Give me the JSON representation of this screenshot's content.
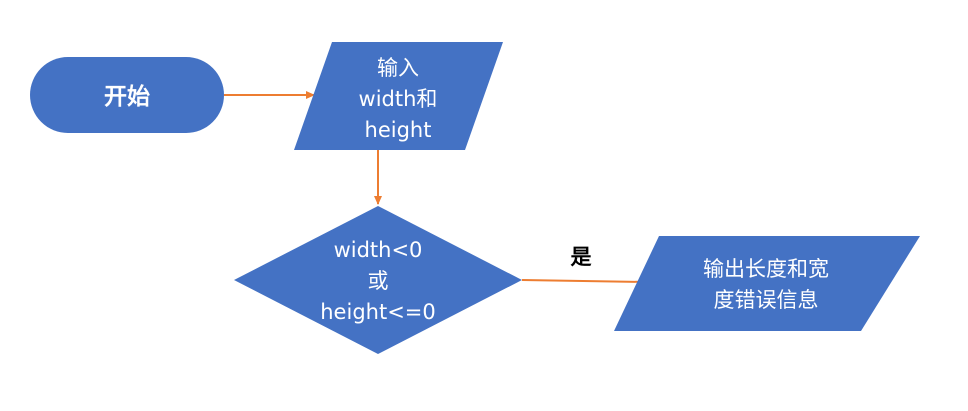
{
  "diagram": {
    "nodes": {
      "start": {
        "label": "开始"
      },
      "input": {
        "lines": [
          "输入",
          "width和",
          "height"
        ]
      },
      "check": {
        "lines": [
          "width<0",
          "或",
          "height<=0"
        ]
      },
      "error": {
        "lines": [
          "输出长度和宽",
          "度错误信息"
        ]
      }
    },
    "edges": {
      "start_to_input": {
        "label": ""
      },
      "input_to_check": {
        "label": ""
      },
      "check_to_error": {
        "label": "是"
      }
    },
    "colors": {
      "node_fill": "#4472c4",
      "node_text": "#ffffff",
      "edge": "#ed7d31",
      "edge_label": "#000000"
    }
  }
}
